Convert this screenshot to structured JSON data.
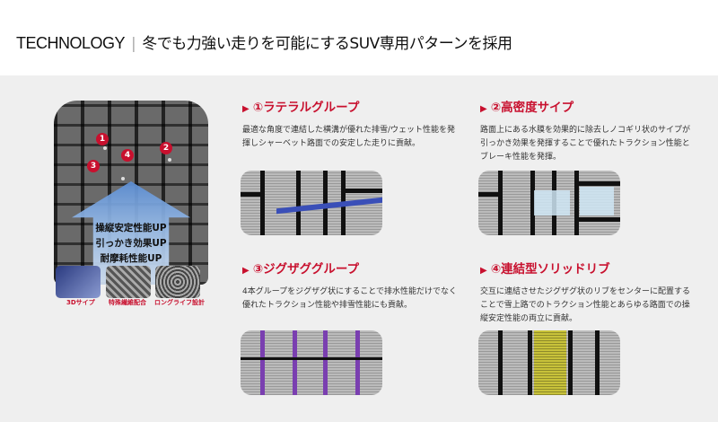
{
  "header": {
    "title_en": "TECHNOLOGY",
    "separator": "|",
    "title_ja": "冬でも力強い走りを可能にするSUV専用パターンを採用"
  },
  "tyre": {
    "markers": [
      "1",
      "2",
      "3",
      "4"
    ],
    "benefits": [
      "操縦安定性能UP",
      "引っかき効果UP",
      "耐摩耗性能UP"
    ],
    "features": [
      "3Dサイプ",
      "特殊繊維配合",
      "ロングライフ設計"
    ]
  },
  "cards": [
    {
      "marker": "▶",
      "title": "①ラテラルグループ",
      "text": "最適な角度で連結した横溝が優れた排雪/ウェット性能を発揮しシャーベット路面での安定した走りに貢献。",
      "highlight": "#3a4fb8"
    },
    {
      "marker": "▶",
      "title": "②高密度サイプ",
      "text": "路面上にある水膜を効果的に除去しノコギリ状のサイプが引っかき効果を発揮することで優れたトラクション性能とブレーキ性能を発揮。",
      "highlight": "#cfe6f5"
    },
    {
      "marker": "▶",
      "title": "③ジグザググループ",
      "text": "4本グループをジグザグ状にすることで排水性能だけでなく優れたトラクション性能や排雪性能にも貢献。",
      "highlight": "#7a3fb0"
    },
    {
      "marker": "▶",
      "title": "④連結型ソリッドリブ",
      "text": "交互に連結させたジグザグ状のリブをセンターに配置することで雪上路でのトラクション性能とあらゆる路面での操縦安定性能の両立に貢献。",
      "highlight": "#c8c23a"
    }
  ],
  "colors": {
    "accent": "#c8102e",
    "background": "#efefef"
  }
}
